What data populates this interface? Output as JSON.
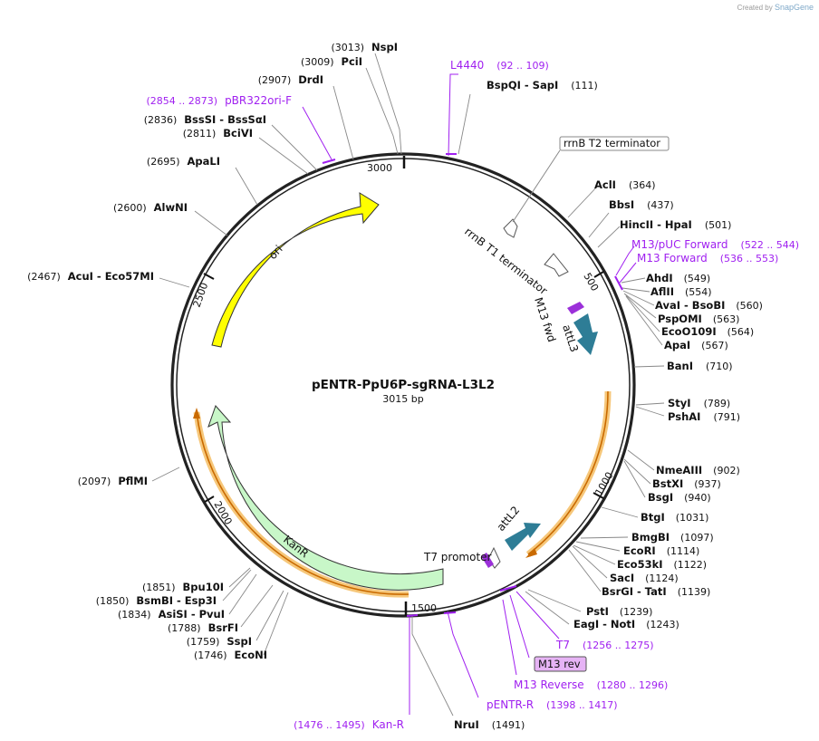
{
  "watermark": {
    "prefix": "Created by",
    "brand": "SnapGene"
  },
  "plasmid": {
    "name": "pENTR-PpU6P-sgRNA-L3L2",
    "length_label": "3015 bp"
  },
  "ticks": [
    "3000",
    "500",
    "1000",
    "1500",
    "2000",
    "2500"
  ],
  "features": {
    "ori": "ori",
    "kanr": "KanR",
    "rrnbt1": "rrnB T1 terminator",
    "rrnbt2": "rrnB T2 terminator",
    "m13fwd": "M13 fwd",
    "attl3": "attL3",
    "t7promoter": "T7 promoter",
    "attl2": "attL2",
    "m13rev": "M13 rev"
  },
  "enzymes": {
    "nspi": {
      "name": "NspI",
      "pos": "(3013)"
    },
    "pcii": {
      "name": "PciI",
      "pos": "(3009)"
    },
    "drdi": {
      "name": "DrdI",
      "pos": "(2907)"
    },
    "bsssi": {
      "name": "BssSI  - BssSαI",
      "pos": "(2836)"
    },
    "bcivi": {
      "name": "BciVI",
      "pos": "(2811)"
    },
    "apali": {
      "name": "ApaLI",
      "pos": "(2695)"
    },
    "alwni": {
      "name": "AlwNI",
      "pos": "(2600)"
    },
    "acui": {
      "name": "AcuI  - Eco57MI",
      "pos": "(2467)"
    },
    "pflmi": {
      "name": "PflMI",
      "pos": "(2097)"
    },
    "bpu10i": {
      "name": "Bpu10I",
      "pos": "(1851)"
    },
    "bsmbi": {
      "name": "BsmBI  - Esp3I",
      "pos": "(1850)"
    },
    "asisi": {
      "name": "AsiSI  - PvuI",
      "pos": "(1834)"
    },
    "bsrfi": {
      "name": "BsrFI",
      "pos": "(1788)"
    },
    "sspi": {
      "name": "SspI",
      "pos": "(1759)"
    },
    "econi": {
      "name": "EcoNI",
      "pos": "(1746)"
    },
    "nrui": {
      "name": "NruI",
      "pos": "(1491)"
    },
    "bspqi": {
      "name": "BspQI  - SapI",
      "pos": "(111)"
    },
    "acli": {
      "name": "AclI",
      "pos": "(364)"
    },
    "bbsi": {
      "name": "BbsI",
      "pos": "(437)"
    },
    "hincii": {
      "name": "HincII  - HpaI",
      "pos": "(501)"
    },
    "ahdi": {
      "name": "AhdI",
      "pos": "(549)"
    },
    "aflii": {
      "name": "AflII",
      "pos": "(554)"
    },
    "avai": {
      "name": "AvaI  - BsoBI",
      "pos": "(560)"
    },
    "pspomi": {
      "name": "PspOMI",
      "pos": "(563)"
    },
    "eco109": {
      "name": "EcoO109I",
      "pos": "(564)"
    },
    "apai": {
      "name": "ApaI",
      "pos": "(567)"
    },
    "bani": {
      "name": "BanI",
      "pos": "(710)"
    },
    "styi": {
      "name": "StyI",
      "pos": "(789)"
    },
    "pshai": {
      "name": "PshAI",
      "pos": "(791)"
    },
    "nmeaiii": {
      "name": "NmeAIII",
      "pos": "(902)"
    },
    "bstxi": {
      "name": "BstXI",
      "pos": "(937)"
    },
    "bsgi": {
      "name": "BsgI",
      "pos": "(940)"
    },
    "btgi": {
      "name": "BtgI",
      "pos": "(1031)"
    },
    "bmgbi": {
      "name": "BmgBI",
      "pos": "(1097)"
    },
    "ecori": {
      "name": "EcoRI",
      "pos": "(1114)"
    },
    "eco53ki": {
      "name": "Eco53kI",
      "pos": "(1122)"
    },
    "saci": {
      "name": "SacI",
      "pos": "(1124)"
    },
    "bsrgi": {
      "name": "BsrGI  - TatI",
      "pos": "(1139)"
    },
    "psti": {
      "name": "PstI",
      "pos": "(1239)"
    },
    "eagi": {
      "name": "EagI  - NotI",
      "pos": "(1243)"
    }
  },
  "primers": {
    "l4440": {
      "name": "L4440",
      "range": "(92 .. 109)"
    },
    "pbr322": {
      "name": "pBR322ori-F",
      "range": "(2854 .. 2873)"
    },
    "m13puc": {
      "name": "M13/pUC Forward",
      "range": "(522 .. 544)"
    },
    "m13f": {
      "name": "M13 Forward",
      "range": "(536 .. 553)"
    },
    "t7": {
      "name": "T7",
      "range": "(1256 .. 1275)"
    },
    "m13rev": {
      "name": "M13 Reverse",
      "range": "(1280 .. 1296)"
    },
    "pentrr": {
      "name": "pENTR-R",
      "range": "(1398 .. 1417)"
    },
    "kanr": {
      "name": "Kan-R",
      "range": "(1476 .. 1495)"
    }
  },
  "colors": {
    "ori": "#ffff00",
    "kanr": "#c8f7c8",
    "att": "#2e7d96",
    "primer_feature": "#9b30d9",
    "orange_glow": "#f6c77a",
    "orange_arrow": "#c96a00",
    "primer_text": "#a020f0",
    "m13rev_box": "#e6b3f5"
  }
}
